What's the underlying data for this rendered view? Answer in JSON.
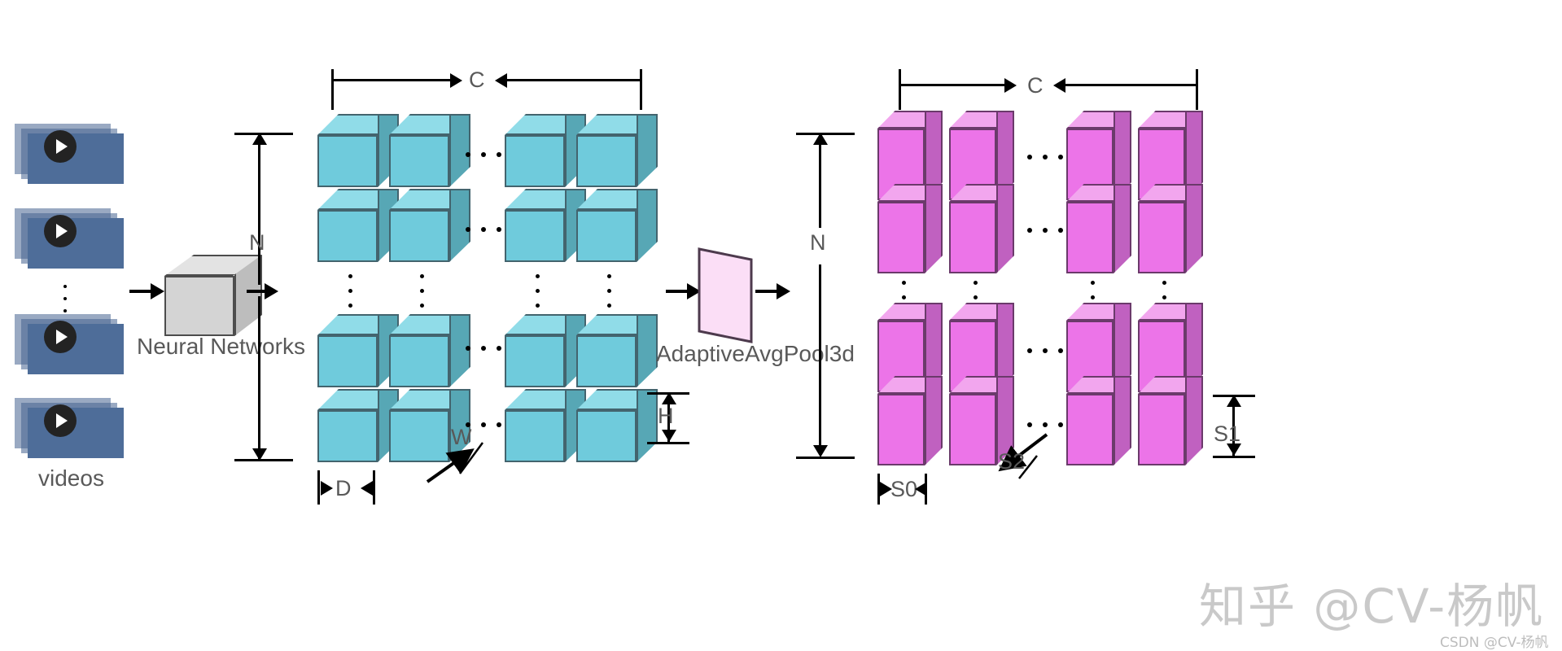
{
  "diagram": {
    "title_labels": {
      "videos": "videos",
      "neural_networks": "Neural Networks",
      "pool": "AdaptiveAvgPool3d"
    },
    "input_stage": {
      "name": "videos",
      "stack_count": 4,
      "icon": "play-icon"
    },
    "feature_tensor": {
      "width_label": "C",
      "height_label": "N",
      "depth_label": "D",
      "cube_width_label": "W",
      "cube_height_label": "H",
      "color": "#6FCBDC",
      "top_color": "#90DCE8",
      "side_color": "#57A7B5",
      "edge_color": "#43646E"
    },
    "pooled_tensor": {
      "width_label": "C",
      "height_label": "N",
      "depth_label": "S0",
      "cube_height_label": "S1",
      "cube_depth_label": "S2",
      "color": "#EC74E8",
      "top_color": "#F2A6EE",
      "side_color": "#C061C0",
      "edge_color": "#6B3A6B"
    },
    "pool_block": {
      "label": "AdaptiveAvgPool3d",
      "fill": "#FBDEF6",
      "stroke": "#4D3A4D"
    },
    "ellipsis": "..."
  },
  "watermarks": {
    "primary": "知乎 @CV-杨帆",
    "secondary": "CSDN @CV-杨帆"
  }
}
